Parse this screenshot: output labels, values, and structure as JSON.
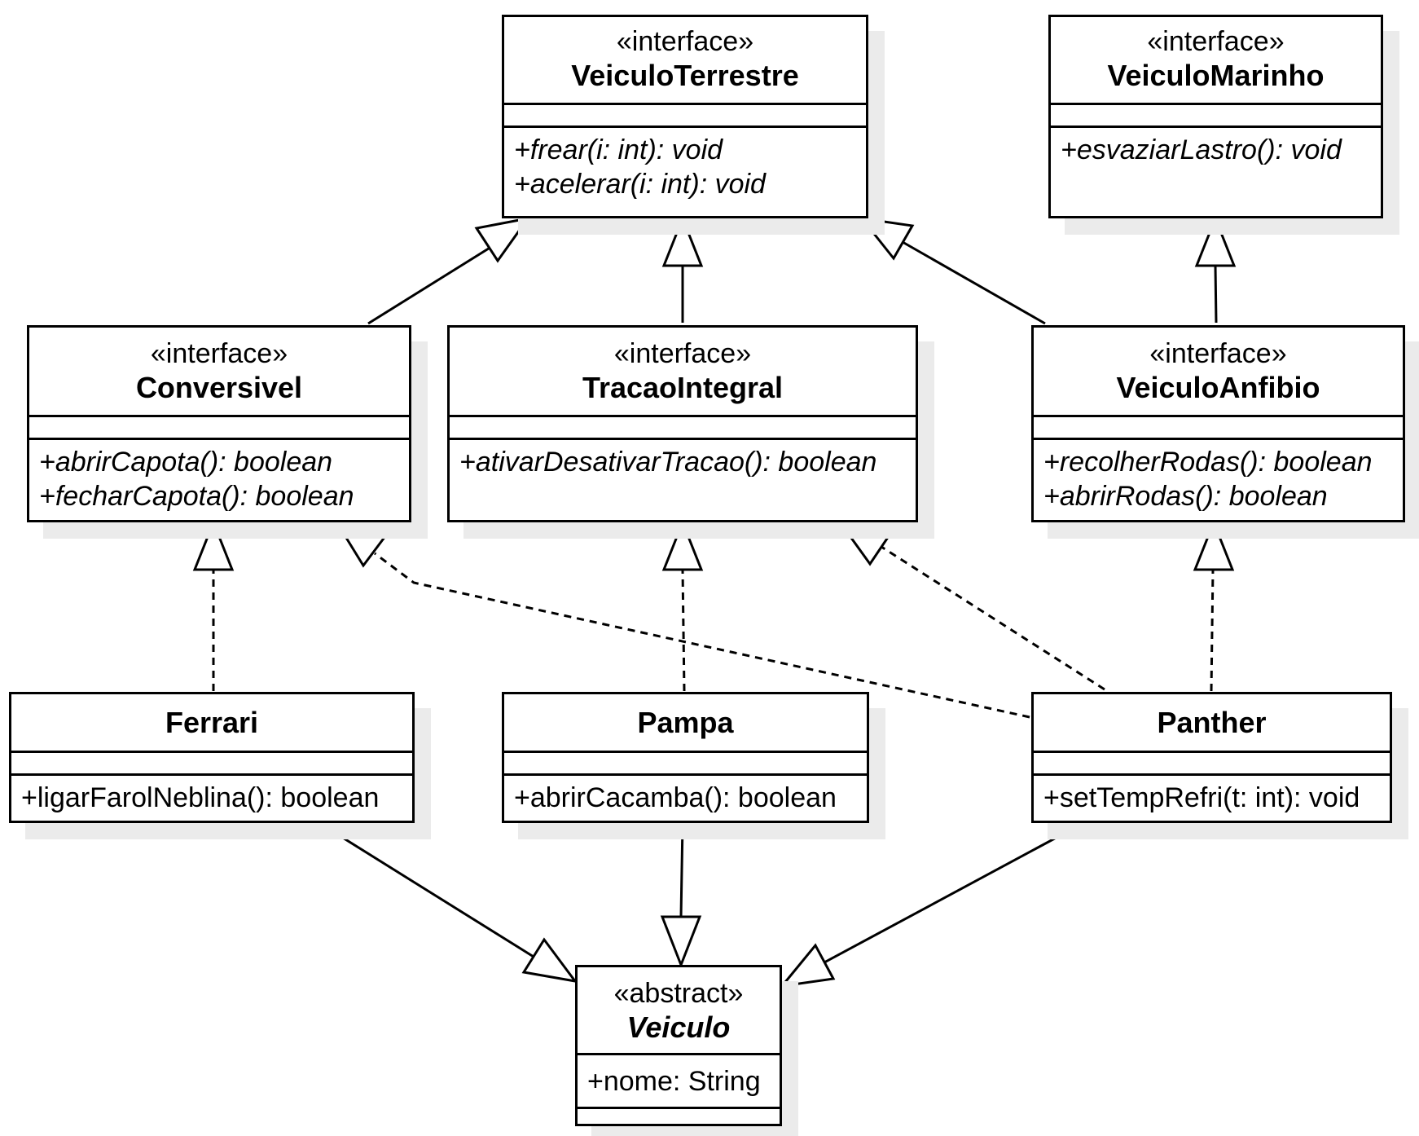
{
  "classes": {
    "veiculo_terrestre": {
      "stereotype": "«interface»",
      "name": "VeiculoTerrestre",
      "ops": [
        "+frear(i: int): void",
        "+acelerar(i: int): void"
      ]
    },
    "veiculo_marinho": {
      "stereotype": "«interface»",
      "name": "VeiculoMarinho",
      "ops": [
        "+esvaziarLastro(): void"
      ]
    },
    "conversivel": {
      "stereotype": "«interface»",
      "name": "Conversivel",
      "ops": [
        "+abrirCapota(): boolean",
        "+fecharCapota(): boolean"
      ]
    },
    "tracao_integral": {
      "stereotype": "«interface»",
      "name": "TracaoIntegral",
      "ops": [
        "+ativarDesativarTracao(): boolean"
      ]
    },
    "veiculo_anfibio": {
      "stereotype": "«interface»",
      "name": "VeiculoAnfibio",
      "ops": [
        "+recolherRodas(): boolean",
        "+abrirRodas(): boolean"
      ]
    },
    "ferrari": {
      "name": "Ferrari",
      "ops": [
        "+ligarFarolNeblina(): boolean"
      ]
    },
    "pampa": {
      "name": "Pampa",
      "ops": [
        "+abrirCacamba(): boolean"
      ]
    },
    "panther": {
      "name": "Panther",
      "ops": [
        "+setTempRefri(t: int): void"
      ]
    },
    "veiculo": {
      "stereotype": "«abstract»",
      "name": "Veiculo",
      "attrs": [
        "+nome: String"
      ]
    }
  }
}
